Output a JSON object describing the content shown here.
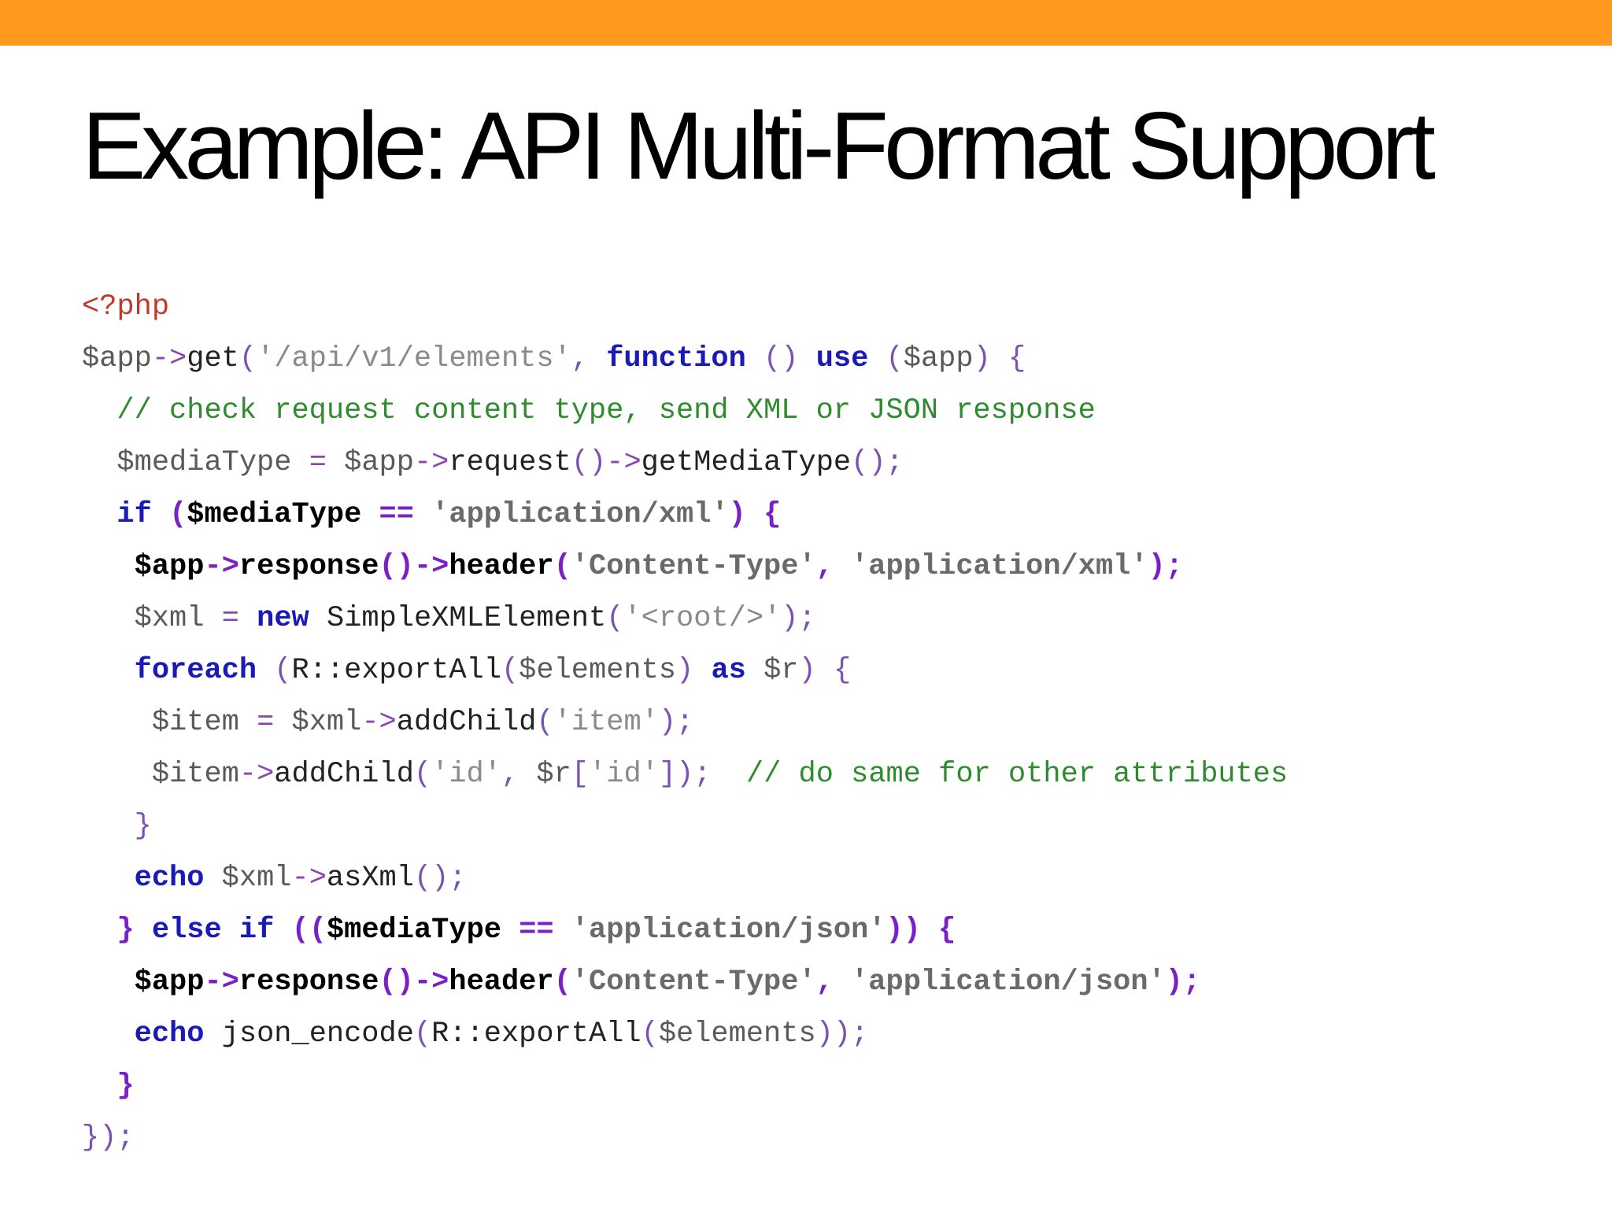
{
  "slide": {
    "title": "Example: API Multi-Format Support",
    "accent_color": "#ff9a1f"
  },
  "code_lines": [
    [
      [
        "tag",
        "<?php"
      ]
    ],
    [
      [
        "var",
        "$app"
      ],
      [
        "op",
        "->"
      ],
      [
        "fn",
        "get"
      ],
      [
        "punc",
        "("
      ],
      [
        "str",
        "'/api/v1/elements'"
      ],
      [
        "punc",
        ", "
      ],
      [
        "kw",
        "function"
      ],
      [
        "plain",
        " "
      ],
      [
        "punc",
        "()"
      ],
      [
        "plain",
        " "
      ],
      [
        "kw",
        "use"
      ],
      [
        "plain",
        " "
      ],
      [
        "punc",
        "("
      ],
      [
        "var",
        "$app"
      ],
      [
        "punc",
        ")"
      ],
      [
        "plain",
        " "
      ],
      [
        "punc",
        "{"
      ]
    ],
    [
      [
        "plain",
        "  "
      ],
      [
        "comment",
        "// check request content type, send XML or JSON response"
      ]
    ],
    [
      [
        "plain",
        "  "
      ],
      [
        "var",
        "$mediaType"
      ],
      [
        "plain",
        " "
      ],
      [
        "op",
        "="
      ],
      [
        "plain",
        " "
      ],
      [
        "var",
        "$app"
      ],
      [
        "op",
        "->"
      ],
      [
        "fn",
        "request"
      ],
      [
        "punc",
        "()"
      ],
      [
        "op",
        "->"
      ],
      [
        "fn",
        "getMediaType"
      ],
      [
        "punc",
        "();"
      ]
    ],
    [
      [
        "plain",
        "  "
      ],
      [
        "kw",
        "if"
      ],
      [
        "plain",
        " "
      ],
      [
        "punc-b",
        "("
      ],
      [
        "var-b",
        "$mediaType"
      ],
      [
        "plain",
        " "
      ],
      [
        "op-b",
        "=="
      ],
      [
        "plain",
        " "
      ],
      [
        "str-b",
        "'application/xml'"
      ],
      [
        "punc-b",
        ")"
      ],
      [
        "plain",
        " "
      ],
      [
        "punc-b",
        "{"
      ]
    ],
    [
      [
        "plain",
        "   "
      ],
      [
        "var-b",
        "$app"
      ],
      [
        "op-b",
        "->"
      ],
      [
        "fn-b",
        "response"
      ],
      [
        "punc-b",
        "()"
      ],
      [
        "op-b",
        "->"
      ],
      [
        "fn-b",
        "header"
      ],
      [
        "punc-b",
        "("
      ],
      [
        "str-b",
        "'Content-Type'"
      ],
      [
        "punc-b",
        ", "
      ],
      [
        "str-b",
        "'application/xml'"
      ],
      [
        "punc-b",
        ");"
      ]
    ],
    [
      [
        "plain",
        "   "
      ],
      [
        "var",
        "$xml"
      ],
      [
        "plain",
        " "
      ],
      [
        "op",
        "="
      ],
      [
        "plain",
        " "
      ],
      [
        "kw",
        "new"
      ],
      [
        "plain",
        " "
      ],
      [
        "fn",
        "SimpleXMLElement"
      ],
      [
        "punc",
        "("
      ],
      [
        "str",
        "'<root/>'"
      ],
      [
        "punc",
        ");"
      ]
    ],
    [
      [
        "plain",
        "   "
      ],
      [
        "kw",
        "foreach"
      ],
      [
        "plain",
        " "
      ],
      [
        "punc",
        "("
      ],
      [
        "fn",
        "R::exportAll"
      ],
      [
        "punc",
        "("
      ],
      [
        "var",
        "$elements"
      ],
      [
        "punc",
        ")"
      ],
      [
        "plain",
        " "
      ],
      [
        "kw",
        "as"
      ],
      [
        "plain",
        " "
      ],
      [
        "var",
        "$r"
      ],
      [
        "punc",
        ")"
      ],
      [
        "plain",
        " "
      ],
      [
        "punc",
        "{"
      ]
    ],
    [
      [
        "plain",
        "    "
      ],
      [
        "var",
        "$item"
      ],
      [
        "plain",
        " "
      ],
      [
        "op",
        "="
      ],
      [
        "plain",
        " "
      ],
      [
        "var",
        "$xml"
      ],
      [
        "op",
        "->"
      ],
      [
        "fn",
        "addChild"
      ],
      [
        "punc",
        "("
      ],
      [
        "str",
        "'item'"
      ],
      [
        "punc",
        ");"
      ]
    ],
    [
      [
        "plain",
        "    "
      ],
      [
        "var",
        "$item"
      ],
      [
        "op",
        "->"
      ],
      [
        "fn",
        "addChild"
      ],
      [
        "punc",
        "("
      ],
      [
        "str",
        "'id'"
      ],
      [
        "punc",
        ", "
      ],
      [
        "var",
        "$r"
      ],
      [
        "punc",
        "["
      ],
      [
        "str",
        "'id'"
      ],
      [
        "punc",
        "]);"
      ],
      [
        "plain",
        "  "
      ],
      [
        "comment",
        "// do same for other attributes"
      ]
    ],
    [
      [
        "plain",
        "   "
      ],
      [
        "punc",
        "}"
      ]
    ],
    [
      [
        "plain",
        "   "
      ],
      [
        "kw",
        "echo"
      ],
      [
        "plain",
        " "
      ],
      [
        "var",
        "$xml"
      ],
      [
        "op",
        "->"
      ],
      [
        "fn",
        "asXml"
      ],
      [
        "punc",
        "();"
      ]
    ],
    [
      [
        "plain",
        "  "
      ],
      [
        "punc-b",
        "}"
      ],
      [
        "plain",
        " "
      ],
      [
        "kw",
        "else if"
      ],
      [
        "plain",
        " "
      ],
      [
        "punc-b",
        "(("
      ],
      [
        "var-b",
        "$mediaType"
      ],
      [
        "plain",
        " "
      ],
      [
        "op-b",
        "=="
      ],
      [
        "plain",
        " "
      ],
      [
        "str-b",
        "'application/json'"
      ],
      [
        "punc-b",
        "))"
      ],
      [
        "plain",
        " "
      ],
      [
        "punc-b",
        "{"
      ]
    ],
    [
      [
        "plain",
        "   "
      ],
      [
        "var-b",
        "$app"
      ],
      [
        "op-b",
        "->"
      ],
      [
        "fn-b",
        "response"
      ],
      [
        "punc-b",
        "()"
      ],
      [
        "op-b",
        "->"
      ],
      [
        "fn-b",
        "header"
      ],
      [
        "punc-b",
        "("
      ],
      [
        "str-b",
        "'Content-Type'"
      ],
      [
        "punc-b",
        ", "
      ],
      [
        "str-b",
        "'application/json'"
      ],
      [
        "punc-b",
        ");"
      ]
    ],
    [
      [
        "plain",
        "   "
      ],
      [
        "kw",
        "echo"
      ],
      [
        "plain",
        " "
      ],
      [
        "fn",
        "json_encode"
      ],
      [
        "punc",
        "("
      ],
      [
        "fn",
        "R::exportAll"
      ],
      [
        "punc",
        "("
      ],
      [
        "var",
        "$elements"
      ],
      [
        "punc",
        "));"
      ]
    ],
    [
      [
        "plain",
        "  "
      ],
      [
        "punc-b",
        "}"
      ]
    ],
    [
      [
        "punc",
        "});"
      ]
    ]
  ]
}
